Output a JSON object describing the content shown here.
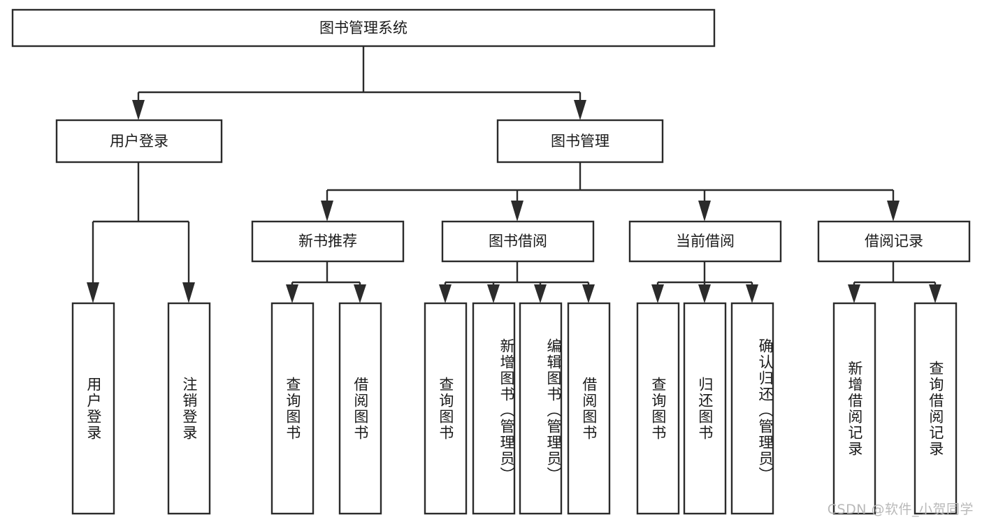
{
  "diagram": {
    "type": "tree-hierarchy",
    "title": "图书管理系统",
    "orientation": "top-down",
    "colors": {
      "background": "#ffffff",
      "box_fill": "#ffffff",
      "box_stroke": "#2b2b2b",
      "text": "#1a1a1a",
      "watermark": "#b9b9b9"
    },
    "root": {
      "label": "图书管理系统"
    },
    "level2": [
      {
        "label": "用户登录"
      },
      {
        "label": "图书管理"
      }
    ],
    "level3": [
      {
        "label": "新书推荐"
      },
      {
        "label": "图书借阅"
      },
      {
        "label": "当前借阅"
      },
      {
        "label": "借阅记录"
      }
    ],
    "leaves": {
      "user_login": [
        {
          "label": "用户登录"
        },
        {
          "label": "注销登录"
        }
      ],
      "new_book_recommend": [
        {
          "label": "查询图书"
        },
        {
          "label": "借阅图书"
        }
      ],
      "book_borrow": [
        {
          "label": "查询图书"
        },
        {
          "label": "新增图书（管理员）"
        },
        {
          "label": "编辑图书（管理员）"
        },
        {
          "label": "借阅图书"
        }
      ],
      "current_borrow": [
        {
          "label": "查询图书"
        },
        {
          "label": "归还图书"
        },
        {
          "label": "确认归还（管理员）"
        }
      ],
      "borrow_record": [
        {
          "label": "新增借阅记录"
        },
        {
          "label": "查询借阅记录"
        }
      ]
    },
    "watermark": "CSDN @软件_小贺同学"
  }
}
